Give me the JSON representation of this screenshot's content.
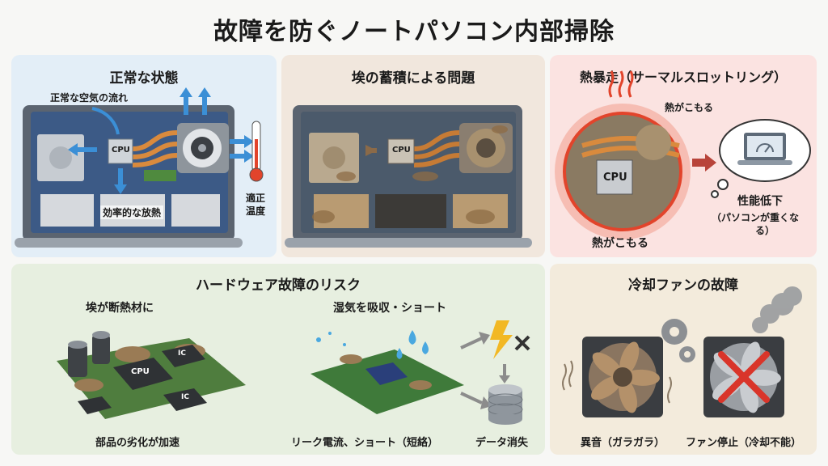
{
  "title": "故障を防ぐノートパソコン内部掃除",
  "panels": {
    "normal": {
      "heading": "正常な状態",
      "airflow_label": "正常な空気の流れ",
      "cpu_label": "CPU",
      "cooling_label": "効率的な放熱",
      "temp_label_1": "適正",
      "temp_label_2": "温度"
    },
    "dust": {
      "heading": "埃の蓄積による問題",
      "cpu_label": "CPU"
    },
    "thermal": {
      "heading": "熱暴走（サーマルスロットリング）",
      "heat_label_top": "熱がこもる",
      "heat_label_bottom": "熱がこもる",
      "cpu_label": "CPU",
      "perf_label": "性能低下",
      "perf_sub_1": "（パソコンが重くな",
      "perf_sub_2": "る）"
    },
    "hardware": {
      "heading": "ハードウェア故障のリスク",
      "insulation_label": "埃が断熱材に",
      "moisture_label": "湿気を吸収・ショート",
      "degrade_label": "部品の劣化が加速",
      "leak_label": "リーク電流、ショート（短絡）",
      "data_loss_label": "データ消失",
      "chip_cpu": "CPU",
      "chip_ic_1": "IC",
      "chip_ic_2": "IC"
    },
    "fan": {
      "heading": "冷却ファンの故障",
      "noise_label": "異音（ガラガラ）",
      "stop_label": "ファン停止（冷却不能）"
    }
  },
  "colors": {
    "panel_normal": "#e3eef7",
    "panel_dust": "#f1e7dd",
    "panel_thermal": "#fbe3e1",
    "panel_hardware": "#e7efe0",
    "panel_fan": "#f3ebdc",
    "copper": "#d98a3d",
    "airflow": "#3b8fd6",
    "heat": "#e2442b"
  }
}
